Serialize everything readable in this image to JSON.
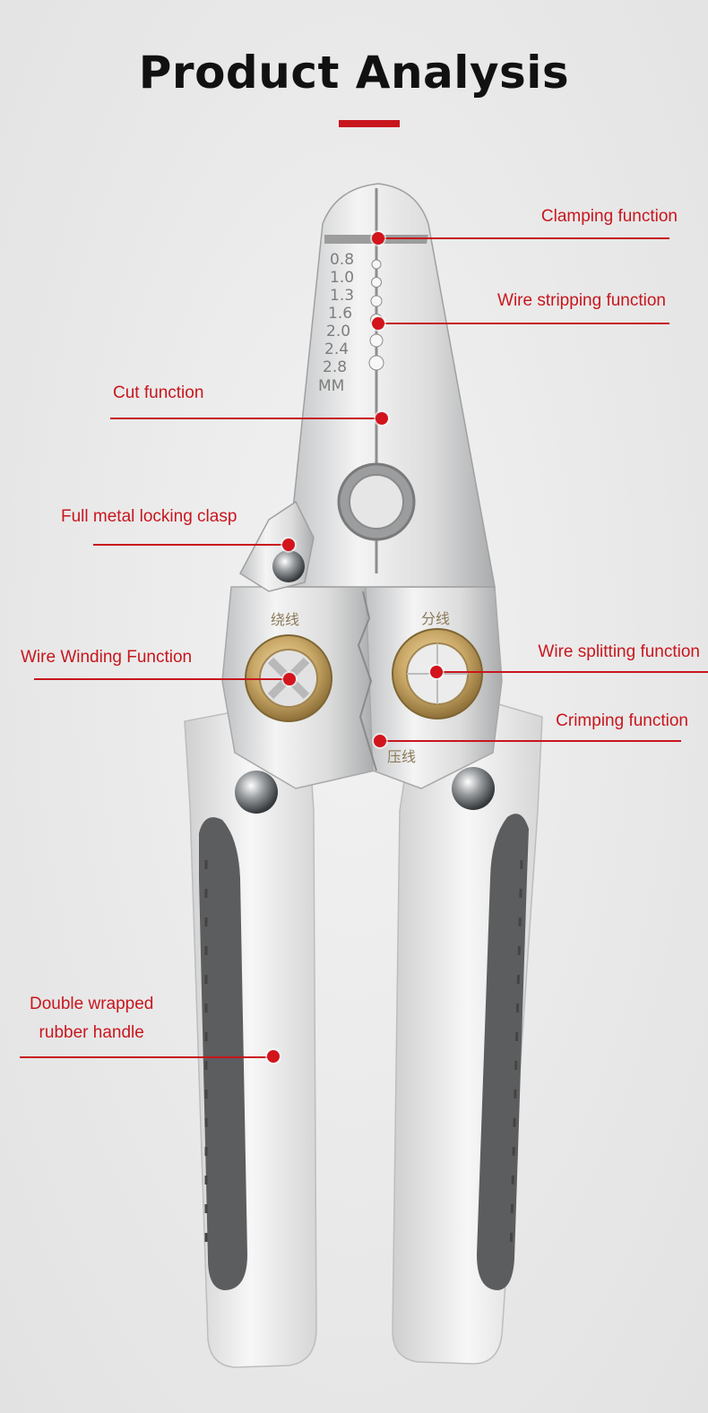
{
  "header": {
    "title": "Product Analysis"
  },
  "tool": {
    "gauge_sizes": [
      "0.8",
      "1.0",
      "1.3",
      "1.6",
      "2.0",
      "2.4",
      "2.8"
    ],
    "gauge_unit": "MM",
    "label_winding_cn": "绕线",
    "label_splitting_cn": "分线",
    "label_crimping_cn": "压线"
  },
  "callouts": {
    "clamping": "Clamping function",
    "stripping": "Wire stripping function",
    "cut": "Cut function",
    "locking": "Full metal locking clasp",
    "winding": "Wire Winding Function",
    "splitting": "Wire splitting function",
    "crimping": "Crimping function",
    "handle_line1": "Double wrapped",
    "handle_line2": "rubber handle"
  },
  "colors": {
    "accent": "#c8161d",
    "background": "#e9e9e9",
    "handle_rubber": "#5b5d5f"
  }
}
